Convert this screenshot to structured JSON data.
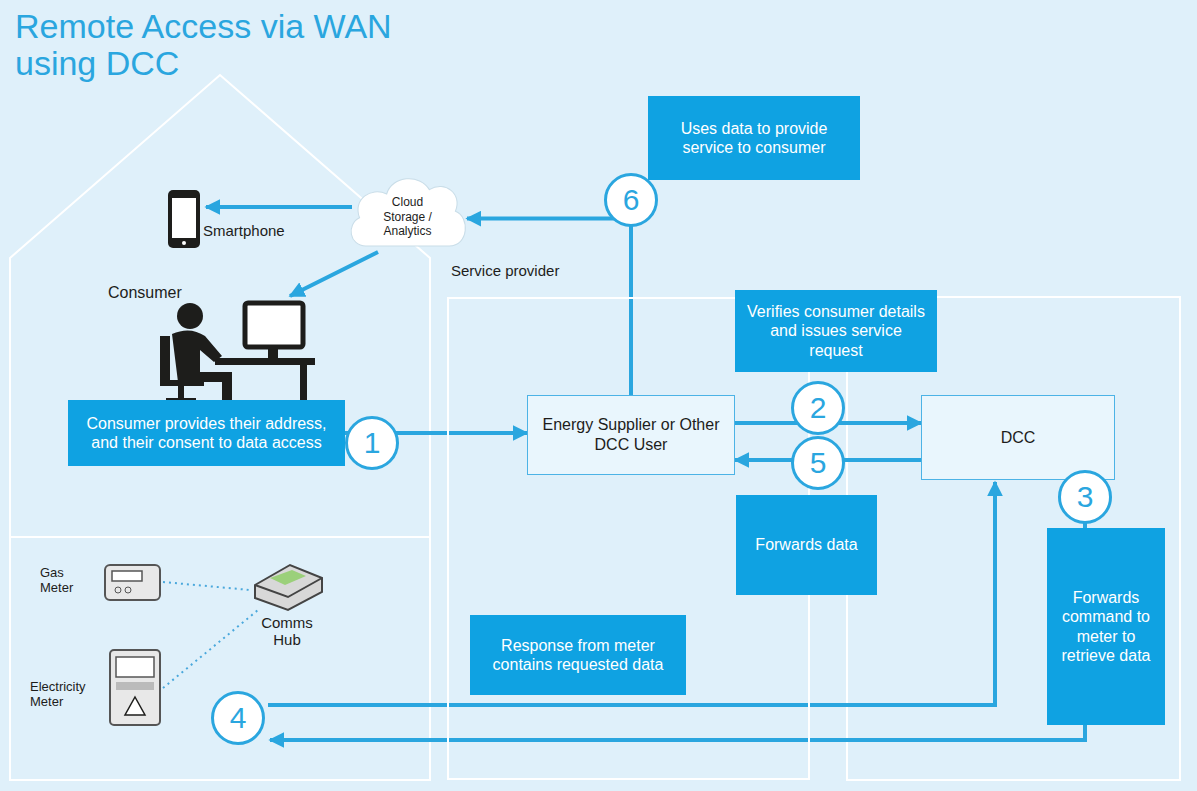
{
  "diagram": {
    "title": "Remote Access via WAN using DCC",
    "nodes": [
      {
        "text": [
          "Uses data to provide service to consumer"
        ]
      },
      {
        "text": [
          "Cloud Storage / Analytics"
        ]
      },
      {
        "text": [
          "Service provider"
        ]
      },
      {
        "text": [
          "Verifies consumer details and issues service request"
        ]
      },
      {
        "text": [
          "Consumer provides their address, and their consent to data access"
        ]
      },
      {
        "text": [
          "Energy Supplier or Other DCC User"
        ],
        "in": 2
      },
      {
        "text": [
          "DCC"
        ]
      },
      {
        "text": [
          "Forwards data"
        ]
      },
      {
        "text": [
          "Response from meter contains requested data"
        ],
        "in": 2
      },
      {
        "text": [
          "Forwards command to meter to retrieve data"
        ]
      }
    ],
    "edges": [
      {
        "from": 4,
        "to": 5,
        "arrow": "to"
      },
      {
        "from": 5,
        "to": 6,
        "arrow": "to"
      },
      {
        "from": 6,
        "to": 5,
        "arrow": "to"
      },
      {
        "from": 5,
        "to": 1,
        "arrow": "to"
      }
    ],
    "labels": [
      "Smartphone",
      "Consumer",
      "Gas Meter",
      "Electricity Meter",
      "Comms Hub",
      "1",
      "2",
      "3",
      "4",
      "5",
      "6"
    ]
  }
}
